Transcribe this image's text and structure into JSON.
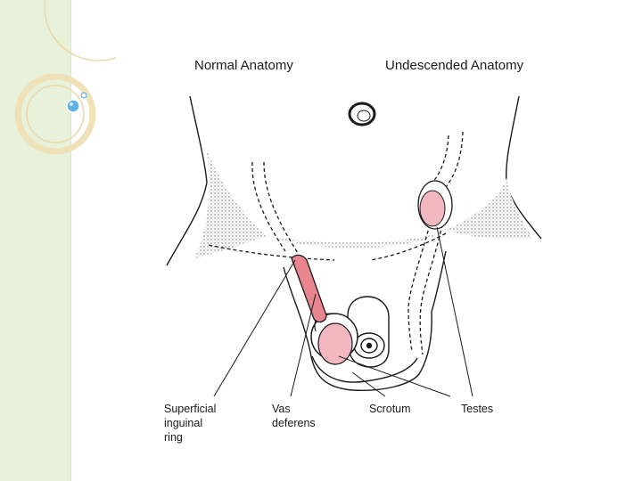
{
  "diagram": {
    "title_left": "Normal Anatomy",
    "title_right": "Undescended Anatomy",
    "labels": {
      "superficial_line1": "Superficial",
      "superficial_line2": "inguinal",
      "superficial_line3": "ring",
      "vas_line1": "Vas",
      "vas_line2": "deferens",
      "scrotum": "Scrotum",
      "testes": "Testes"
    }
  },
  "colors": {
    "sidebar": "#e8f1d9",
    "deco_ring": "#ead9a8",
    "bubble": "#5bb0e6",
    "testis_fill": "#f2b8bf",
    "vessel_fill": "#e9858f",
    "line": "#1a1a1a"
  },
  "icons": [
    "ring-decoration-icon",
    "bubble-icon"
  ]
}
